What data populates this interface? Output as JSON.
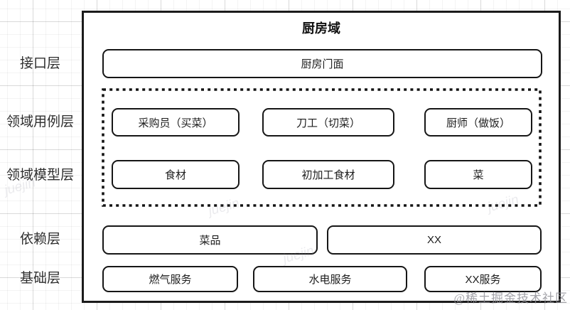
{
  "diagram": {
    "title": "厨房域",
    "facade": "厨房门面",
    "layers": {
      "interface": "接口层",
      "usecase": "领域用例层",
      "model": "领域模型层",
      "dependency": "依赖层",
      "foundation": "基础层"
    },
    "usecases": [
      "采购员（买菜）",
      "刀工（切菜）",
      "厨师（做饭）"
    ],
    "models": [
      "食材",
      "初加工食材",
      "菜"
    ],
    "dependencies": [
      "菜品",
      "XX"
    ],
    "foundations": [
      "燃气服务",
      "水电服务",
      "XX服务"
    ]
  },
  "watermark": {
    "credit": "@稀土掘金技术社区",
    "tile": "juejin"
  },
  "colors": {
    "border": "#1b1b1b",
    "text": "#1c1c1c",
    "layer_label": "#2e2e2e",
    "grid_line": "#e8e8e8",
    "watermark": "#8d8d94",
    "background": "#ffffff"
  }
}
